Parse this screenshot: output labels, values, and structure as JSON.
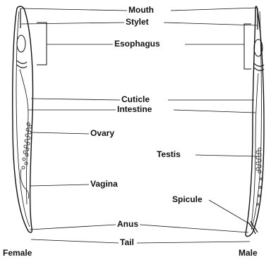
{
  "labels": {
    "mouth": "Mouth",
    "stylet": "Stylet",
    "esophagus": "Esophagus",
    "cuticle": "Cuticle",
    "intestine": "Intestine",
    "ovary": "Ovary",
    "testis": "Testis",
    "vagina": "Vagina",
    "spicule": "Spicule",
    "anus": "Anus",
    "tail": "Tail",
    "female": "Female",
    "male": "Male"
  }
}
